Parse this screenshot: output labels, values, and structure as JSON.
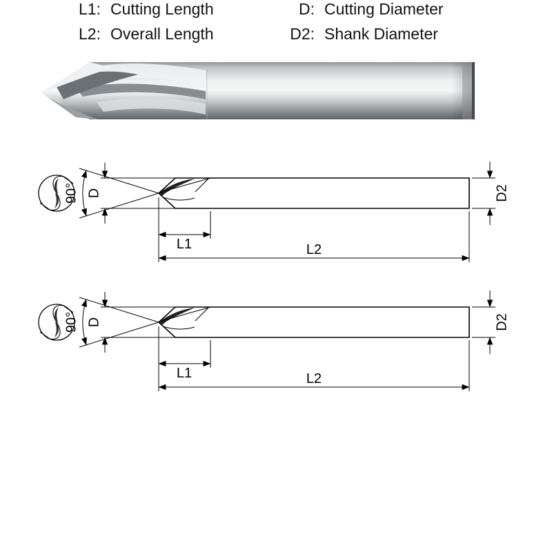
{
  "colors": {
    "background": "#ffffff",
    "line": "#000000",
    "metal_highlight": "#f6f7f7",
    "metal_mid": "#c3c7ca",
    "metal_shadow": "#5d6266"
  },
  "product_image": "end-mill-spot-drill-photo",
  "diagrams": [
    {
      "angle": "90°",
      "d": "D",
      "l1": "L1",
      "l2": "L2",
      "d2": "D2"
    },
    {
      "angle": "90°",
      "d": "D",
      "l1": "L1",
      "l2": "L2",
      "d2": "D2"
    }
  ],
  "legend": {
    "rows": [
      {
        "left_key": "L1:",
        "left_value": "Cutting Length",
        "right_key": "D:",
        "right_value": "Cutting Diameter"
      },
      {
        "left_key": "L2:",
        "left_value": "Overall Length",
        "right_key": "D2:",
        "right_value": "Shank Diameter"
      }
    ]
  }
}
